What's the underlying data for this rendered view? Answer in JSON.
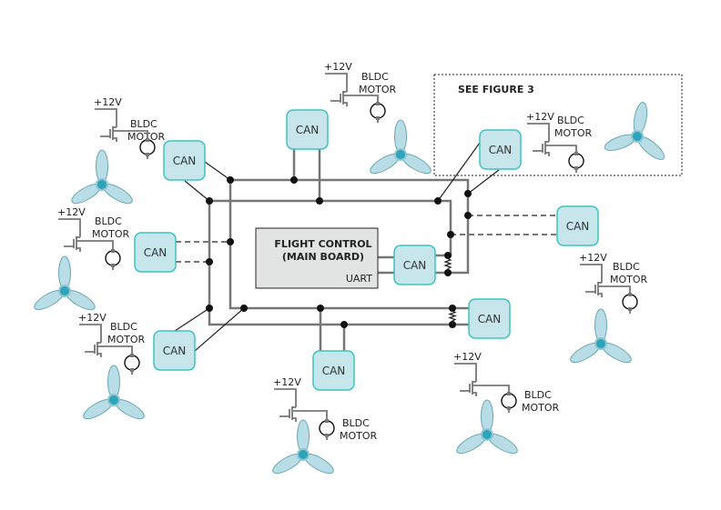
{
  "diagram": {
    "flight_control": {
      "line1": "FLIGHT CONTROL",
      "line2": "(MAIN BOARD)",
      "port": "UART"
    },
    "see_figure": "SEE FIGURE 3",
    "can_label": "CAN",
    "can_nodes": [
      "CAN",
      "CAN",
      "CAN",
      "CAN",
      "CAN",
      "CAN",
      "CAN",
      "CAN",
      "CAN"
    ],
    "motor_groups": [
      {
        "supply": "+12V",
        "label1": "BLDC",
        "label2": "MOTOR"
      },
      {
        "supply": "+12V",
        "label1": "BLDC",
        "label2": "MOTOR"
      },
      {
        "supply": "+12V",
        "label1": "BLDC",
        "label2": "MOTOR"
      },
      {
        "supply": "+12V",
        "label1": "BLDC",
        "label2": "MOTOR"
      },
      {
        "supply": "+12V",
        "label1": "BLDC",
        "label2": "MOTOR"
      },
      {
        "supply": "+12V",
        "label1": "BLDC",
        "label2": "MOTOR"
      },
      {
        "supply": "+12V",
        "label1": "BLDC",
        "label2": "MOTOR"
      },
      {
        "supply": "+12V",
        "label1": "BLDC",
        "label2": "MOTOR"
      }
    ],
    "colors": {
      "can_fill": "#c6e6ec",
      "can_stroke": "#3cc4c0",
      "bus": "#777777",
      "board_fill": "#e2e3e3",
      "prop_fill": "#b8dde6",
      "prop_hub": "#2fa3b8"
    }
  }
}
